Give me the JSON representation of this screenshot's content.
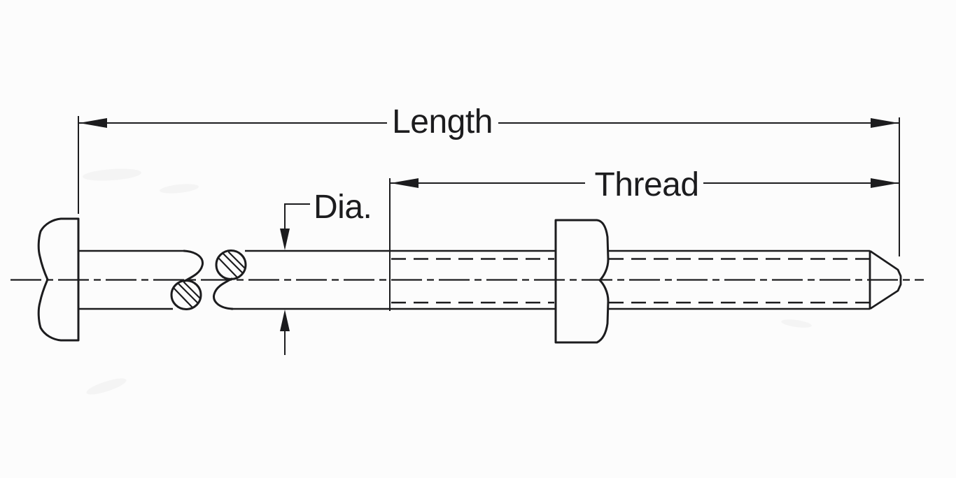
{
  "diagram": {
    "type": "technical-drawing",
    "subject": "Threaded fastener (stud with hex head and hex nut, broken shank)",
    "colors": {
      "line": "#1c1c1e",
      "background": "#fcfcfc"
    },
    "labels": {
      "length": "Length",
      "thread": "Thread",
      "diameter": "Dia."
    },
    "parts": [
      "hex-head",
      "shank",
      "round-bar-break-symbol",
      "threaded-section",
      "hex-nut",
      "chamfered-tip",
      "centerline"
    ]
  }
}
